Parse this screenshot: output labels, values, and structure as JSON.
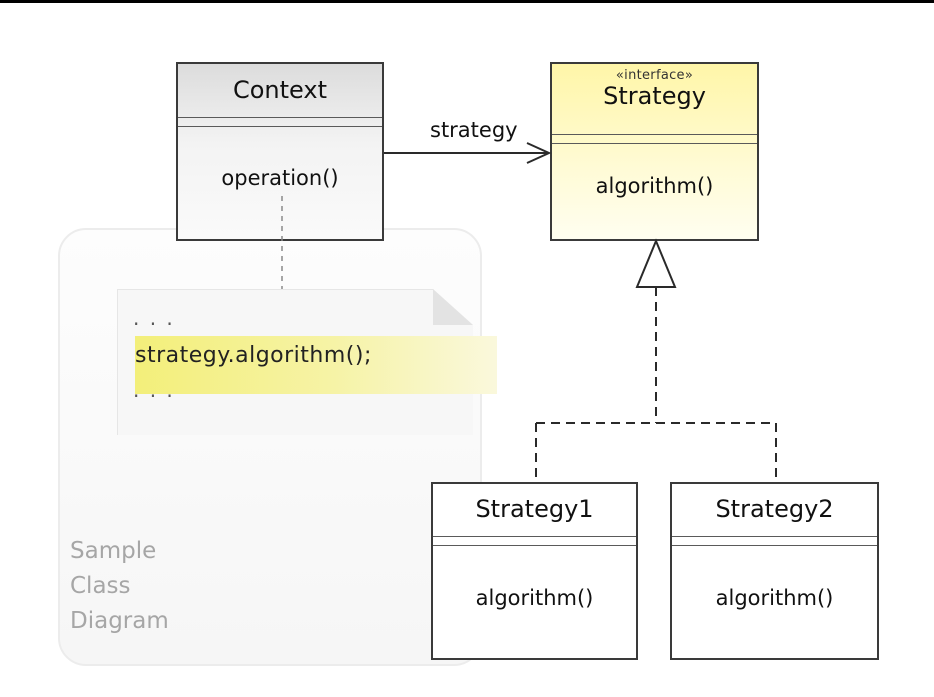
{
  "diagram": {
    "frame_label": "Sample\nClass\nDiagram",
    "note": {
      "dots_top": ". . .",
      "code": "strategy.algorithm();",
      "dots_bottom": ". . ."
    },
    "association_label": "strategy",
    "classes": {
      "context": {
        "name": "Context",
        "operation": "operation()"
      },
      "strategy": {
        "stereotype": "«interface»",
        "name": "Strategy",
        "operation": "algorithm()"
      },
      "strategy1": {
        "name": "Strategy1",
        "operation": "algorithm()"
      },
      "strategy2": {
        "name": "Strategy2",
        "operation": "algorithm()"
      }
    }
  },
  "colors": {
    "interface_fill": "#fff6a8",
    "context_fill": "#dcdcdc",
    "code_highlight": "#f3ef7a",
    "frame_label": "#a6a6a6"
  }
}
